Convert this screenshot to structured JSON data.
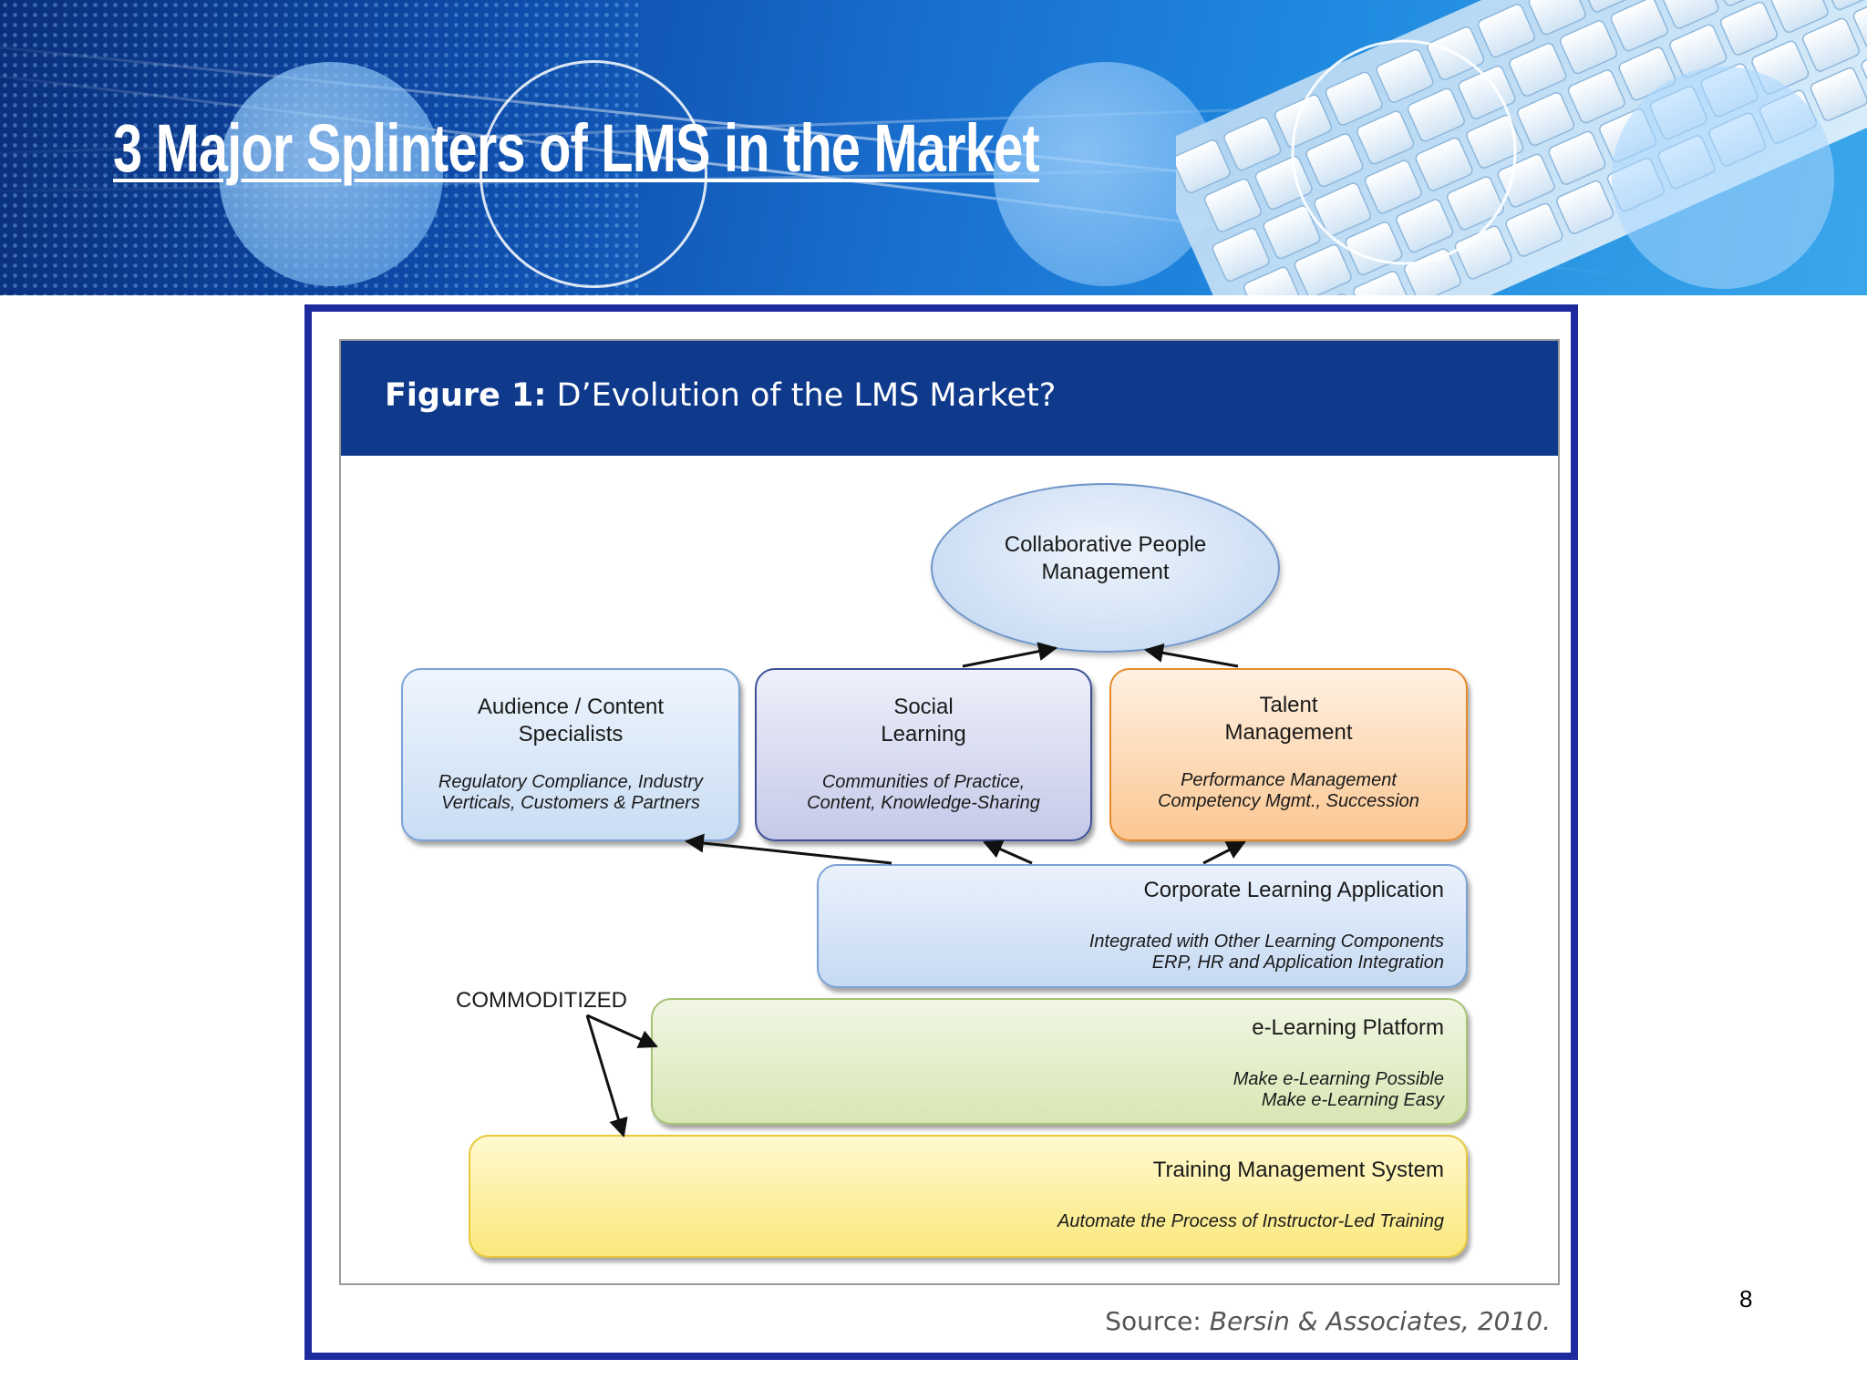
{
  "slide": {
    "title": "3 Major Splinters of LMS in the Market",
    "page_number": "8"
  },
  "figure": {
    "title_bold": "Figure 1:",
    "title_rest": " D’Evolution of the LMS Market?",
    "source_label": "Source: ",
    "source_value": "Bersin & Associates, 2010."
  },
  "diagram": {
    "collaborative": {
      "line1": "Collaborative People",
      "line2": "Management"
    },
    "audience": {
      "title1": "Audience / Content",
      "title2": "Specialists",
      "sub1": "Regulatory Compliance,  Industry",
      "sub2": "Verticals, Customers & Partners"
    },
    "social": {
      "title1": "Social",
      "title2": "Learning",
      "sub1": "Communities of Practice,",
      "sub2": "Content, Knowledge-Sharing"
    },
    "talent": {
      "title1": "Talent",
      "title2": "Management",
      "sub1": "Performance Management",
      "sub2": "Competency Mgmt., Succession"
    },
    "corporate": {
      "title": "Corporate Learning Application",
      "sub1": "Integrated with Other Learning Components",
      "sub2": "ERP, HR and Application Integration"
    },
    "elearning": {
      "title": "e-Learning Platform",
      "sub1": "Make e-Learning Possible",
      "sub2": "Make e-Learning Easy"
    },
    "tms": {
      "title": "Training Management System",
      "sub1": "Automate the Process  of Instructor-Led Training"
    },
    "commoditized_label": "COMMODITIZED"
  },
  "colors": {
    "banner_dark": "#0a2f7a",
    "banner_light": "#3aa6ea",
    "frame_border": "#1d2b9e",
    "figure_header": "#0f3a8c",
    "talent_fill": "#fbc792",
    "elearning_fill": "#d8e7b4",
    "tms_fill": "#fbe87c",
    "blue_box_fill": "#c9ddf4",
    "social_fill": "#c5c9e8"
  }
}
